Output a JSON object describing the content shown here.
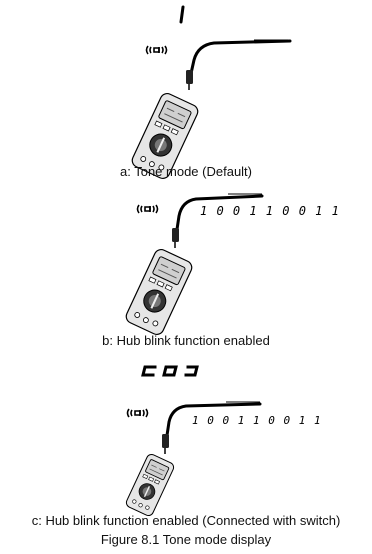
{
  "figure": {
    "title": "Figure 8.1 Tone mode display"
  },
  "panels": [
    {
      "id": "a",
      "caption": "a: Tone mode (Default)",
      "lcd_reading": "",
      "cable_bit_pattern": "",
      "icons": [
        "tone-speaker-icon",
        "cable-probe-icon",
        "multimeter-icon",
        "lcd-segment-icon"
      ]
    },
    {
      "id": "b",
      "caption": "b: Hub blink function enabled",
      "lcd_reading": "",
      "cable_bit_pattern": "1 0 0 1 1 0 0 1 1",
      "icons": [
        "tone-speaker-icon",
        "cable-probe-icon",
        "multimeter-icon"
      ]
    },
    {
      "id": "c",
      "caption": "c: Hub blink function enabled (Connected with switch)",
      "lcd_reading": "",
      "cable_bit_pattern": "1 0 0 1 1 0 0 1 1",
      "icons": [
        "lcd-segment-icon",
        "tone-speaker-icon",
        "cable-probe-icon",
        "multimeter-icon"
      ]
    }
  ],
  "colors": {
    "ink": "#000000",
    "meter_body": "#e6e6e6",
    "meter_screen": "#cfcfcf",
    "dial": "#333333",
    "background": "#ffffff"
  }
}
